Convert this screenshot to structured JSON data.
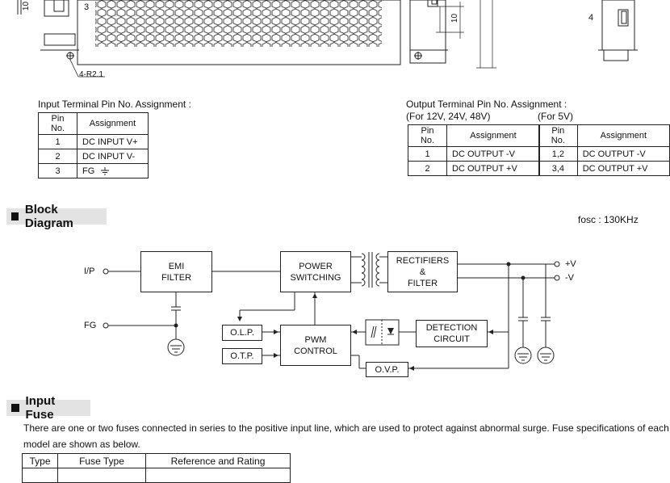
{
  "drawing": {
    "dim_10_left": "10",
    "pin_3": "3",
    "radius_label": "4-R2.1",
    "dim_10_right": "10",
    "pin_4": "4"
  },
  "input_terminal": {
    "title": "Input Terminal Pin No.  Assignment :",
    "headers": [
      "Pin No.",
      "Assignment"
    ],
    "rows": [
      {
        "pin": "1",
        "assignment": "DC INPUT V+"
      },
      {
        "pin": "2",
        "assignment": "DC INPUT V-"
      },
      {
        "pin": "3",
        "assignment": "FG"
      }
    ]
  },
  "output_terminal": {
    "title": "Output Terminal Pin No.  Assignment :",
    "sub_a": "(For 12V, 24V, 48V)",
    "sub_b": "(For 5V)",
    "headers": [
      "Pin No.",
      "Assignment"
    ],
    "rows_a": [
      {
        "pin": "1",
        "assignment": "DC OUTPUT -V"
      },
      {
        "pin": "2",
        "assignment": "DC OUTPUT +V"
      }
    ],
    "rows_b": [
      {
        "pin": "1,2",
        "assignment": "DC OUTPUT -V"
      },
      {
        "pin": "3,4",
        "assignment": "DC OUTPUT +V"
      }
    ]
  },
  "block_diagram": {
    "heading": "Block Diagram",
    "fosc": "fosc : 130KHz",
    "ip": "I/P",
    "fg": "FG",
    "emi": "EMI\nFILTER",
    "power": "POWER\nSWITCHING",
    "rect": "RECTIFIERS\n&\nFILTER",
    "pwm": "PWM\nCONTROL",
    "olp": "O.L.P.",
    "otp": "O.T.P.",
    "ovp": "O.V.P.",
    "detect": "DETECTION\nCIRCUIT",
    "plus_v": "+V",
    "minus_v": "-V"
  },
  "input_fuse": {
    "heading": "Input Fuse",
    "text": "There are one or two fuses connected in series to the positive input line, which are used to protect against abnormal surge. Fuse specifications of each model are shown as below.",
    "headers": [
      "Type",
      "Fuse Type",
      "Reference and Rating"
    ]
  }
}
